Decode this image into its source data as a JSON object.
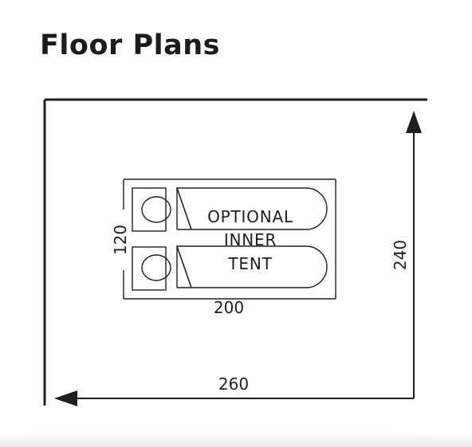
{
  "title": "Floor Plans",
  "dimensions": {
    "outer_width": "260",
    "outer_depth": "240",
    "inner_width": "200",
    "inner_depth": "120"
  },
  "inner_tent_label": [
    "OPTIONAL",
    "INNER",
    "TENT"
  ],
  "colors": {
    "line": "#1e1e1e",
    "text": "#1c1c1c",
    "background": "#ffffff"
  }
}
